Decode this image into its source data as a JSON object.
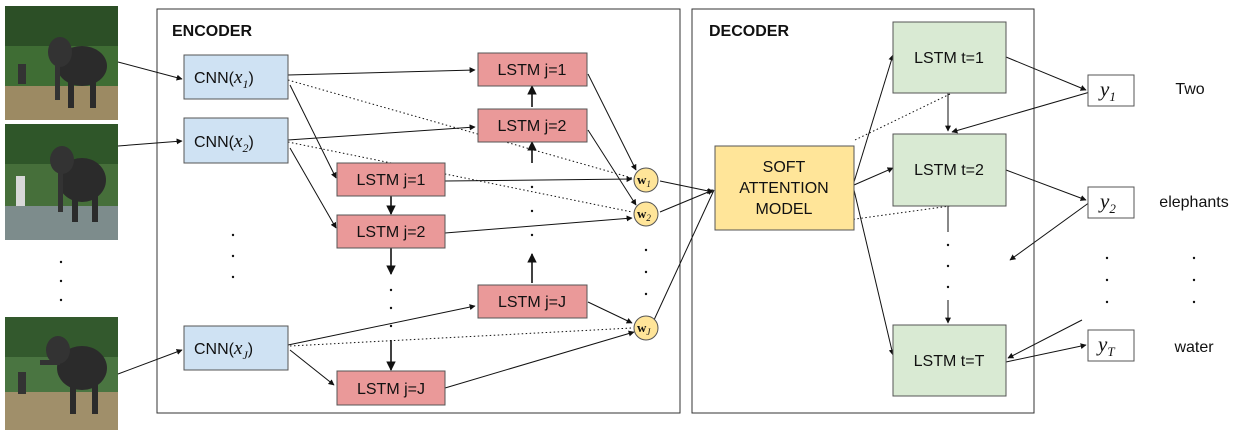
{
  "sections": {
    "encoder": "ENCODER",
    "decoder": "DECODER"
  },
  "cnn": [
    {
      "prefix": "CNN(",
      "var": "x",
      "sub": "1",
      "suffix": ")"
    },
    {
      "prefix": "CNN(",
      "var": "x",
      "sub": "2",
      "suffix": ")"
    },
    {
      "prefix": "CNN(",
      "var": "x",
      "sub": "J",
      "suffix": ")"
    }
  ],
  "encoder_backward": [
    "LSTM j=1",
    "LSTM j=2",
    "LSTM j=J"
  ],
  "encoder_forward": [
    "LSTM j=1",
    "LSTM j=2",
    "LSTM j=J"
  ],
  "weights": [
    {
      "var": "w",
      "sub": "1"
    },
    {
      "var": "w",
      "sub": "2"
    },
    {
      "var": "w",
      "sub": "J"
    }
  ],
  "attention": [
    "SOFT",
    "ATTENTION",
    "MODEL"
  ],
  "decoder": [
    "LSTM t=1",
    "LSTM t=2",
    "LSTM t=T"
  ],
  "outputs": [
    {
      "var": "y",
      "sub": "1"
    },
    {
      "var": "y",
      "sub": "2"
    },
    {
      "var": "y",
      "sub": "T"
    }
  ],
  "words": [
    "Two",
    "elephants",
    "water"
  ],
  "colors": {
    "cnn_fill": "#cfe2f3",
    "lstm_enc_fill": "#ea9999",
    "lstm_dec_fill": "#d9ead3",
    "attention_fill": "#ffe599",
    "weight_fill": "#ffe599"
  }
}
